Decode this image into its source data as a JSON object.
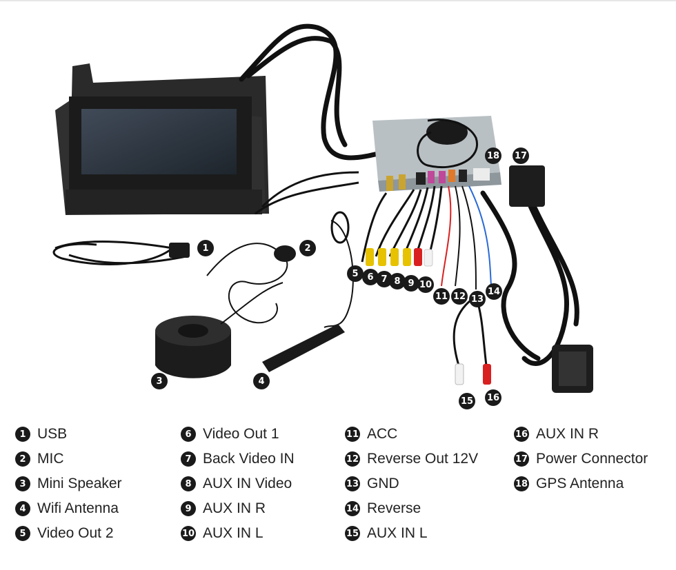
{
  "markers": [
    "1",
    "2",
    "3",
    "4",
    "5",
    "6",
    "7",
    "8",
    "9",
    "10",
    "11",
    "12",
    "13",
    "14",
    "15",
    "16",
    "17",
    "18"
  ],
  "legend": [
    {
      "num": "1",
      "label": "USB"
    },
    {
      "num": "2",
      "label": "MIC"
    },
    {
      "num": "3",
      "label": "Mini Speaker"
    },
    {
      "num": "4",
      "label": "Wifi Antenna"
    },
    {
      "num": "5",
      "label": "Video Out 2"
    },
    {
      "num": "6",
      "label": "Video Out 1"
    },
    {
      "num": "7",
      "label": "Back Video IN"
    },
    {
      "num": "8",
      "label": "AUX IN Video"
    },
    {
      "num": "9",
      "label": "AUX IN R"
    },
    {
      "num": "10",
      "label": "AUX IN L"
    },
    {
      "num": "11",
      "label": "ACC"
    },
    {
      "num": "12",
      "label": "Reverse Out 12V"
    },
    {
      "num": "13",
      "label": "GND"
    },
    {
      "num": "14",
      "label": "Reverse"
    },
    {
      "num": "15",
      "label": "AUX IN L"
    },
    {
      "num": "16",
      "label": "AUX IN R"
    },
    {
      "num": "17",
      "label": "Power Connector"
    },
    {
      "num": "18",
      "label": "GPS Antenna"
    }
  ]
}
